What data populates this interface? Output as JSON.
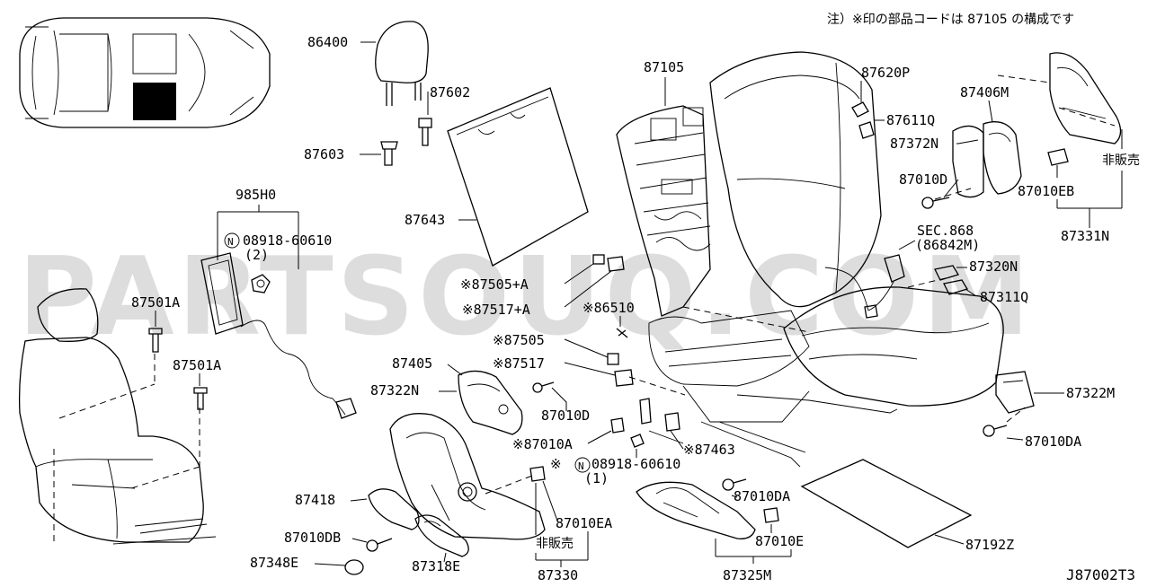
{
  "note": "注）※印の部品コードは 87105 の構成です",
  "watermark": "PARTSOUQ.COM",
  "diagram_code": "J87002T3",
  "labels": {
    "p86400": "86400",
    "p87602": "87602",
    "p87603": "87603",
    "p985H0": "985H0",
    "p08918_60610": "08918-60610",
    "p08918_qty": "(2)",
    "p87643": "87643",
    "p87105": "87105",
    "p87620P": "87620P",
    "p87611Q": "87611Q",
    "p87406M": "87406M",
    "p87372N": "87372N",
    "p87010D_top": "87010D",
    "p87010EB": "87010EB",
    "p87331N": "87331N",
    "hihanbai_right": "非販売",
    "sec868": "SEC.868",
    "sec868_sub": "(86842M)",
    "p87320N": "87320N",
    "p87311Q": "87311Q",
    "p87501A_1": "87501A",
    "p87501A_2": "87501A",
    "p87505A": "※87505+A",
    "p87517A": "※87517+A",
    "p86510": "※86510",
    "p87505": "※87505",
    "p87517": "※87517",
    "p87405": "87405",
    "p87322N": "87322N",
    "p87010D_mid": "87010D",
    "p87010A": "※87010A",
    "p87463": "※87463",
    "p08918_60610b": "08918-60610",
    "p08918b_qty": "(1)",
    "p87322M": "87322M",
    "p87010DA_right": "87010DA",
    "p87418": "87418",
    "p87010DB": "87010DB",
    "p87348E": "87348E",
    "p87318E": "87318E",
    "p87010EA": "87010EA",
    "hihanbai_mid": "非販売",
    "p87330": "87330",
    "p87010DA_mid": "87010DA",
    "p87010E": "87010E",
    "p87325M": "87325M",
    "p87192Z": "87192Z"
  },
  "symbols": {
    "nut_mark": "N"
  }
}
